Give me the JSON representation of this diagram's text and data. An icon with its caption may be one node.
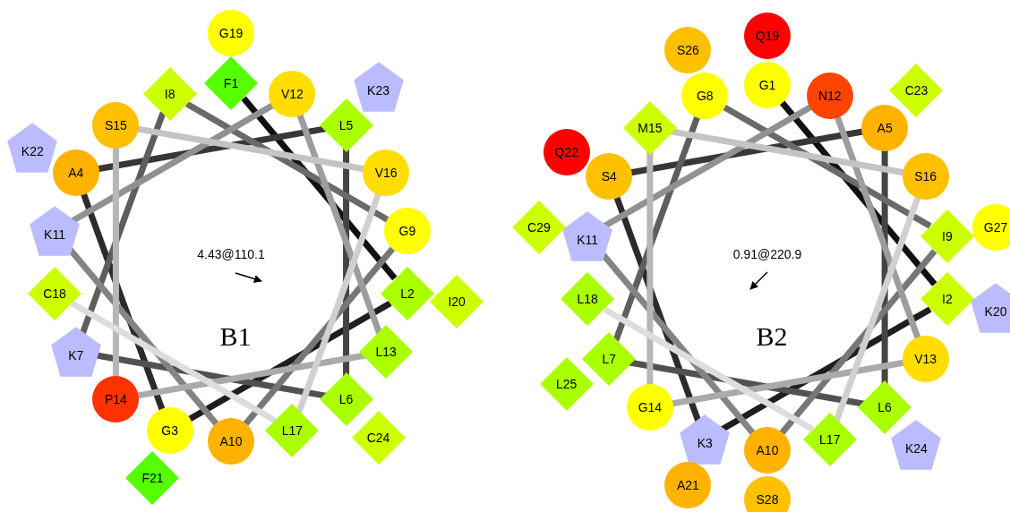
{
  "diagram": {
    "nodes": [
      {
        "text": [
          "F1"
        ]
      },
      {
        "text": [
          "L2"
        ]
      },
      {
        "text": [
          "G3"
        ]
      },
      {
        "text": [
          "A4"
        ]
      },
      {
        "text": [
          "L5"
        ]
      },
      {
        "text": [
          "L6"
        ]
      },
      {
        "text": [
          "K7"
        ]
      },
      {
        "text": [
          "I8"
        ]
      },
      {
        "text": [
          "G9"
        ]
      },
      {
        "text": [
          "A10"
        ]
      },
      {
        "text": [
          "K11"
        ]
      },
      {
        "text": [
          "V12"
        ]
      },
      {
        "text": [
          "L13"
        ]
      },
      {
        "text": [
          "P14"
        ]
      },
      {
        "text": [
          "S15"
        ]
      },
      {
        "text": [
          "V16"
        ]
      },
      {
        "text": [
          "L17"
        ]
      },
      {
        "text": [
          "C18"
        ]
      },
      {
        "text": [
          "G19"
        ]
      },
      {
        "text": [
          "I20"
        ]
      },
      {
        "text": [
          "F21"
        ]
      },
      {
        "text": [
          "K22"
        ]
      },
      {
        "text": [
          "K23"
        ]
      },
      {
        "text": [
          "C24"
        ]
      },
      {
        "text": [
          "G1"
        ]
      },
      {
        "text": [
          "I2"
        ]
      },
      {
        "text": [
          "K3"
        ]
      },
      {
        "text": [
          "S4"
        ]
      },
      {
        "text": [
          "A5"
        ]
      },
      {
        "text": [
          "L6"
        ]
      },
      {
        "text": [
          "L7"
        ]
      },
      {
        "text": [
          "G8"
        ]
      },
      {
        "text": [
          "I9"
        ]
      },
      {
        "text": [
          "A10"
        ]
      },
      {
        "text": [
          "K11"
        ]
      },
      {
        "text": [
          "N12"
        ]
      },
      {
        "text": [
          "V13"
        ]
      },
      {
        "text": [
          "G14"
        ]
      },
      {
        "text": [
          "M15"
        ]
      },
      {
        "text": [
          "S16"
        ]
      },
      {
        "text": [
          "L17"
        ]
      },
      {
        "text": [
          "L18"
        ]
      },
      {
        "text": [
          "Q19"
        ]
      },
      {
        "text": [
          "K20"
        ]
      },
      {
        "text": [
          "A21"
        ]
      },
      {
        "text": [
          "Q22"
        ]
      },
      {
        "text": [
          "C23"
        ]
      },
      {
        "text": [
          "K24"
        ]
      },
      {
        "text": [
          "L25"
        ]
      },
      {
        "text": [
          "S26"
        ]
      },
      {
        "text": [
          "G27"
        ]
      },
      {
        "text": [
          "S28"
        ]
      },
      {
        "text": [
          "C29"
        ]
      }
    ],
    "edges": [
      {
        "from": 0,
        "to": 1,
        "arrow": "none",
        "color": "#111111"
      },
      {
        "from": 1,
        "to": 2,
        "arrow": "none",
        "color": "#1e1e1e"
      },
      {
        "from": 2,
        "to": 3,
        "arrow": "none",
        "color": "#2b2b2b"
      },
      {
        "from": 3,
        "to": 4,
        "arrow": "none",
        "color": "#373737"
      },
      {
        "from": 4,
        "to": 5,
        "arrow": "none",
        "color": "#444444"
      },
      {
        "from": 5,
        "to": 6,
        "arrow": "none",
        "color": "#515151"
      },
      {
        "from": 6,
        "to": 7,
        "arrow": "none",
        "color": "#5e5e5e"
      },
      {
        "from": 7,
        "to": 8,
        "arrow": "none",
        "color": "#6a6a6a"
      },
      {
        "from": 8,
        "to": 9,
        "arrow": "none",
        "color": "#777777"
      },
      {
        "from": 9,
        "to": 10,
        "arrow": "none",
        "color": "#848484"
      },
      {
        "from": 10,
        "to": 11,
        "arrow": "none",
        "color": "#919191"
      },
      {
        "from": 11,
        "to": 12,
        "arrow": "none",
        "color": "#9d9d9d"
      },
      {
        "from": 12,
        "to": 13,
        "arrow": "none",
        "color": "#aaaaaa"
      },
      {
        "from": 13,
        "to": 14,
        "arrow": "none",
        "color": "#b7b7b7"
      },
      {
        "from": 14,
        "to": 15,
        "arrow": "none",
        "color": "#c4c4c4"
      },
      {
        "from": 15,
        "to": 16,
        "arrow": "none",
        "color": "#d0d0d0"
      },
      {
        "from": 16,
        "to": 17,
        "arrow": "none",
        "color": "#dddddd"
      },
      {
        "from": 24,
        "to": 25,
        "arrow": "none",
        "color": "#111111"
      },
      {
        "from": 25,
        "to": 26,
        "arrow": "none",
        "color": "#1e1e1e"
      },
      {
        "from": 26,
        "to": 27,
        "arrow": "none",
        "color": "#2b2b2b"
      },
      {
        "from": 27,
        "to": 28,
        "arrow": "none",
        "color": "#373737"
      },
      {
        "from": 28,
        "to": 29,
        "arrow": "none",
        "color": "#444444"
      },
      {
        "from": 29,
        "to": 30,
        "arrow": "none",
        "color": "#515151"
      },
      {
        "from": 30,
        "to": 31,
        "arrow": "none",
        "color": "#5e5e5e"
      },
      {
        "from": 31,
        "to": 32,
        "arrow": "none",
        "color": "#6a6a6a"
      },
      {
        "from": 32,
        "to": 33,
        "arrow": "none",
        "color": "#777777"
      },
      {
        "from": 33,
        "to": 34,
        "arrow": "none",
        "color": "#848484"
      },
      {
        "from": 34,
        "to": 35,
        "arrow": "none",
        "color": "#919191"
      },
      {
        "from": 35,
        "to": 36,
        "arrow": "none",
        "color": "#9d9d9d"
      },
      {
        "from": 36,
        "to": 37,
        "arrow": "none",
        "color": "#aaaaaa"
      },
      {
        "from": 37,
        "to": 38,
        "arrow": "none",
        "color": "#b7b7b7"
      },
      {
        "from": 38,
        "to": 39,
        "arrow": "none",
        "color": "#c4c4c4"
      },
      {
        "from": 39,
        "to": 40,
        "arrow": "none",
        "color": "#d0d0d0"
      },
      {
        "from": 40,
        "to": 41,
        "arrow": "none",
        "color": "#dddddd"
      }
    ],
    "labels": [
      "4.43@110.1",
      "B1",
      "0.91@220.9",
      "B2"
    ]
  }
}
